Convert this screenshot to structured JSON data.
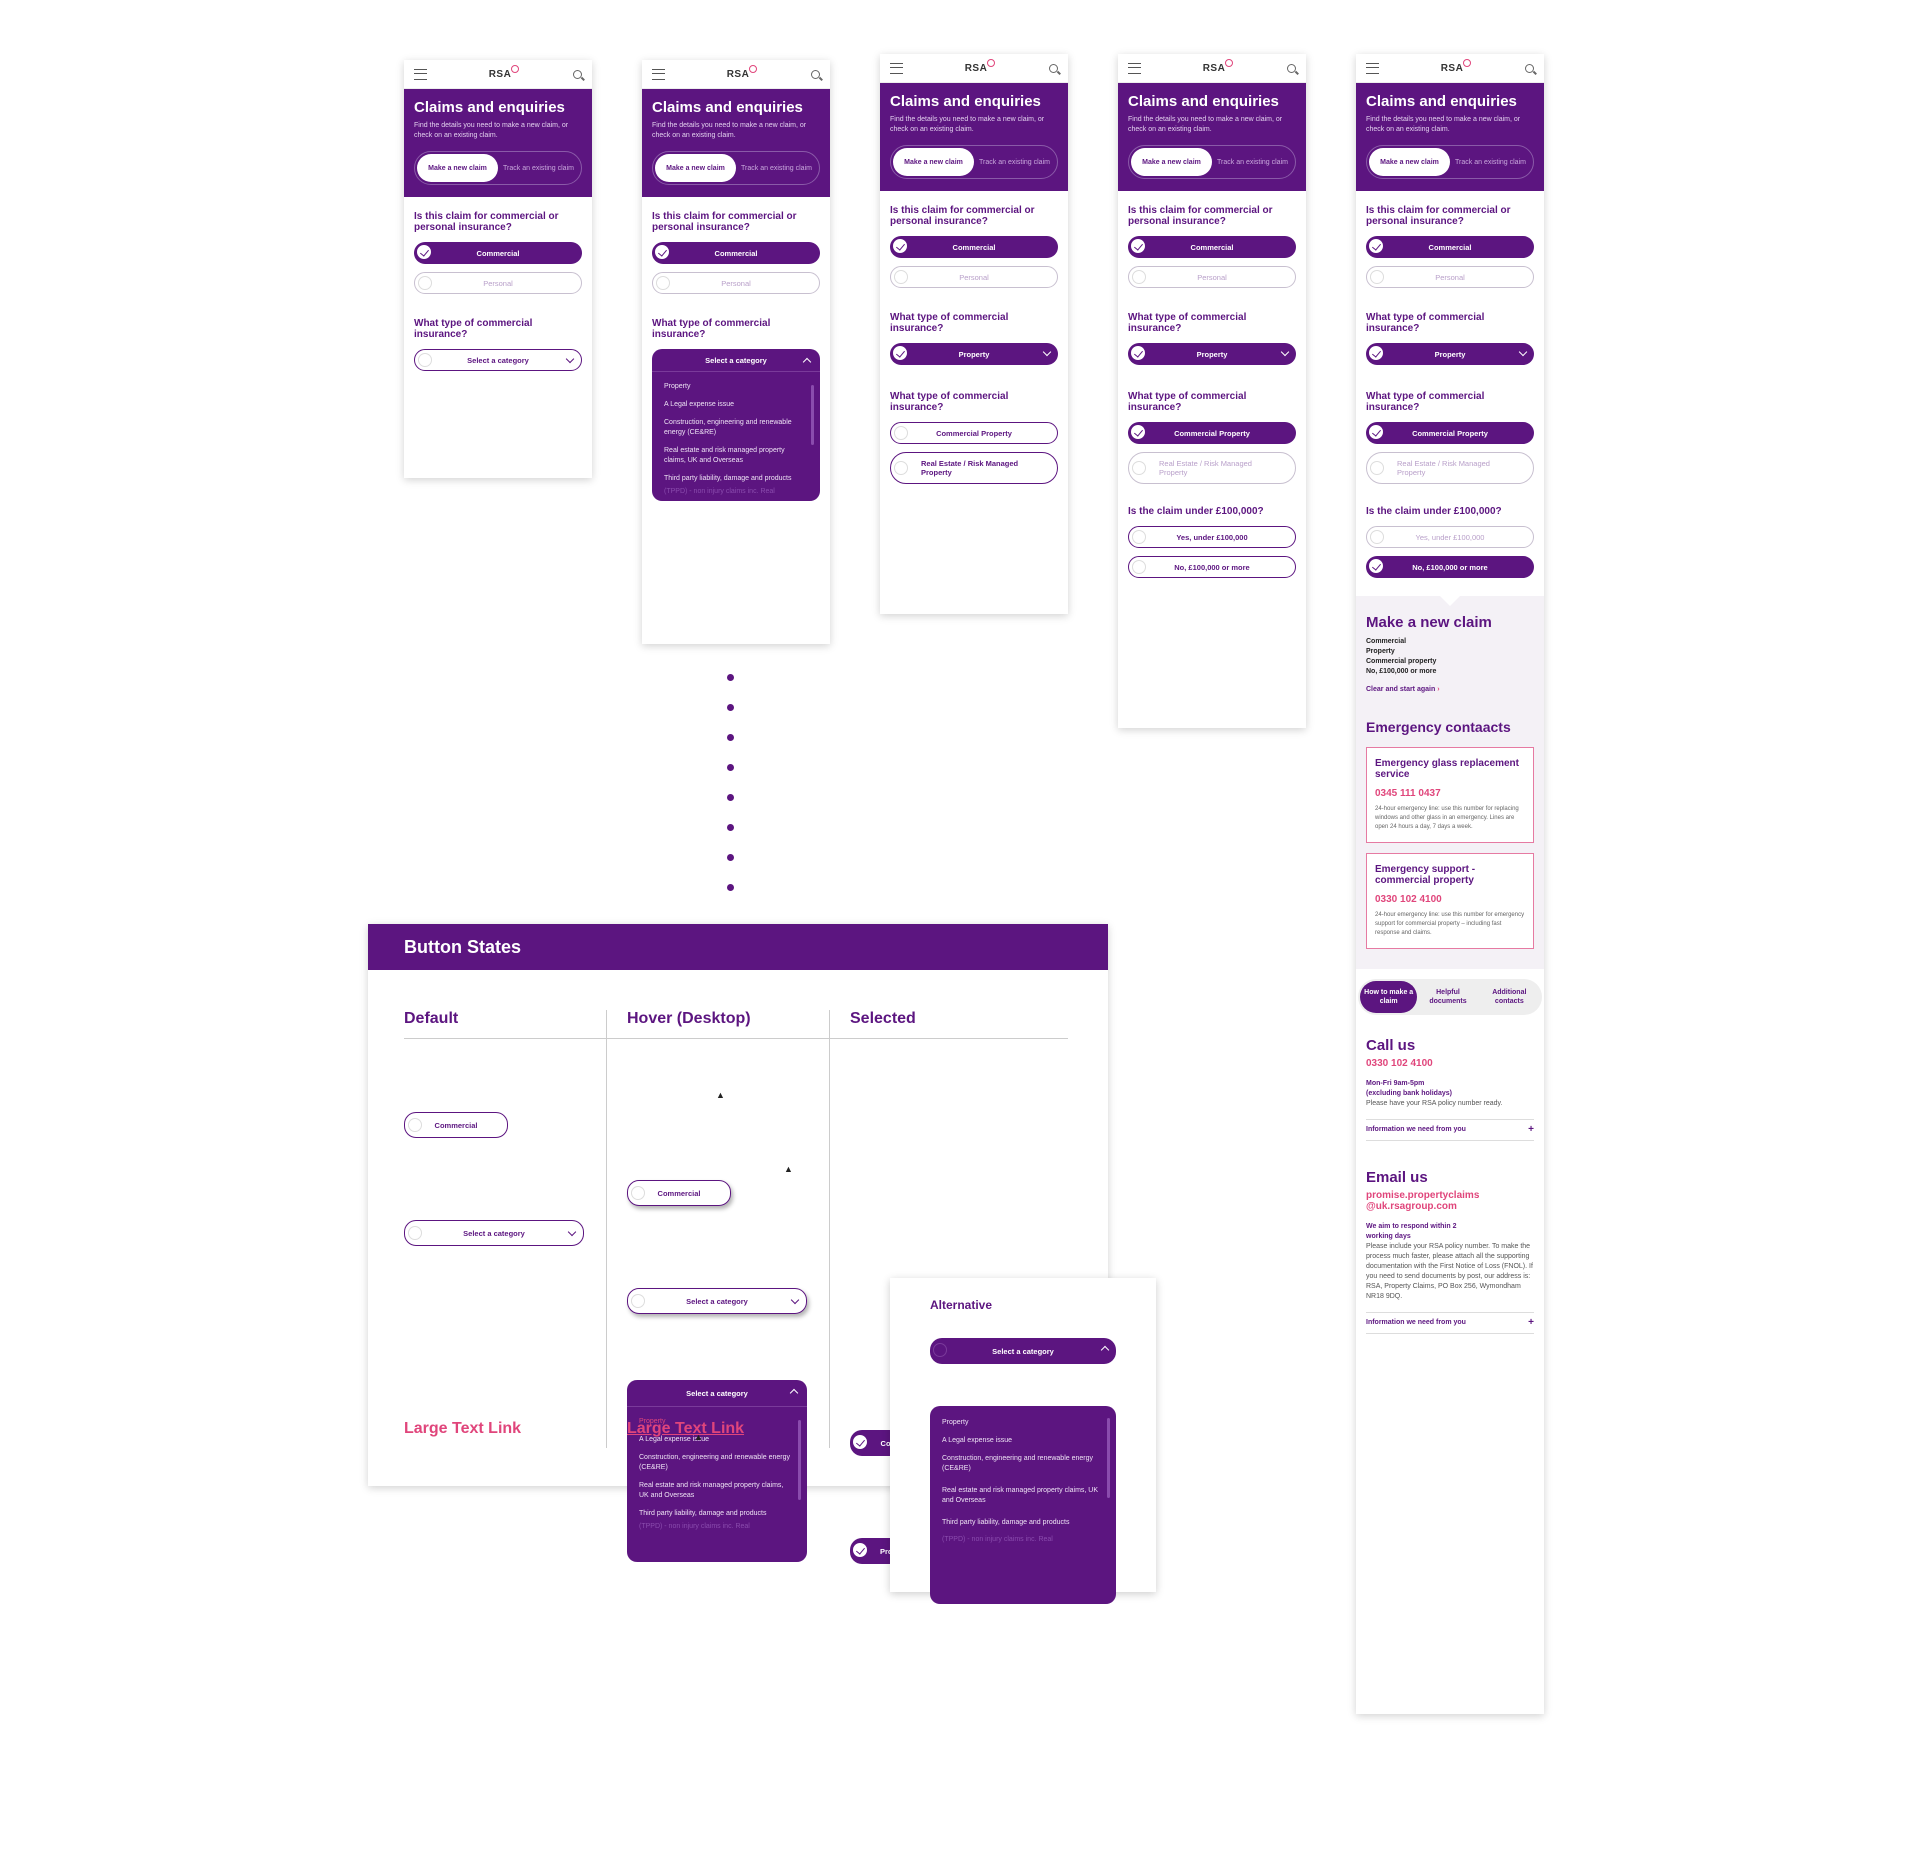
{
  "brand": {
    "logo": "RSA",
    "primary": "#5c1580",
    "accent": "#e0457b"
  },
  "hero": {
    "title": "Claims and enquiries",
    "subtitle": "Find the details you need to make a new claim, or check on an existing claim.",
    "toggle_on": "Make a new claim",
    "toggle_off": "Track an existing claim"
  },
  "q1": {
    "question": "Is this claim for commercial or personal insurance?",
    "opt_a": "Commercial",
    "opt_b": "Personal"
  },
  "q2": {
    "question": "What type of commercial insurance?",
    "select_placeholder": "Select a category",
    "selected": "Property"
  },
  "q3": {
    "question": "What type of commercial insurance?",
    "opt_a": "Commercial Property",
    "opt_b": "Real Estate / Risk Managed Property"
  },
  "q4": {
    "question": "Is the claim under £100,000?",
    "opt_a": "Yes, under £100,000",
    "opt_b": "No, £100,000 or more"
  },
  "dropdown": {
    "items": [
      "Property",
      "A Legal expense issue",
      "Construction, engineering and renewable energy (CE&RE)",
      "Real estate and risk managed property claims, UK and Overseas",
      "Third party liability, damage and products"
    ],
    "faded": "(TPPD) - non injury claims inc. Real"
  },
  "summary": {
    "title": "Make a new claim",
    "lines": [
      "Commercial",
      "Property",
      "Commercial property",
      "No, £100,000 or more"
    ],
    "clear": "Clear and start again"
  },
  "emergency": {
    "title": "Emergency contaacts",
    "cards": [
      {
        "title": "Emergency glass replacement service",
        "phone": "0345 111 0437",
        "desc": "24-hour emergency line: use this number for replacing windows and other glass in an emergency. Lines are open 24 hours a day, 7 days a week."
      },
      {
        "title": "Emergency support - commercial property",
        "phone": "0330 102 4100",
        "desc": "24-hour emergency line: use this number for emergency support for commercial property – including fast response and claims."
      }
    ]
  },
  "tabs": [
    "How to make a claim",
    "Helpful documents",
    "Additional contacts"
  ],
  "call": {
    "title": "Call us",
    "phone": "0330 102 4100",
    "hours1": "Mon-Fri 9am-5pm",
    "hours2": "(excluding bank holidays)",
    "note": "Please have your RSA policy number ready.",
    "link": "Information we need from you"
  },
  "email": {
    "title": "Email us",
    "address1": "promise.propertyclaims",
    "address2": "@uk.rsagroup.com",
    "respond1": "We aim to respond within 2",
    "respond2": "working days",
    "note": "Please include your RSA policy number. To make the process much faster, please attach all the supporting documentation with the First Notice of Loss (FNOL). If you need to send documents by post, our address is: RSA, Property Claims, PO Box 256, Wymondham NR18 9DQ.",
    "link": "Information we need from you"
  },
  "button_states": {
    "title": "Button States",
    "col_default": "Default",
    "col_hover": "Hover (Desktop)",
    "col_selected": "Selected",
    "commercial": "Commercial",
    "select": "Select a category",
    "property": "Property",
    "link": "Large Text Link",
    "alternative": "Alternative"
  }
}
